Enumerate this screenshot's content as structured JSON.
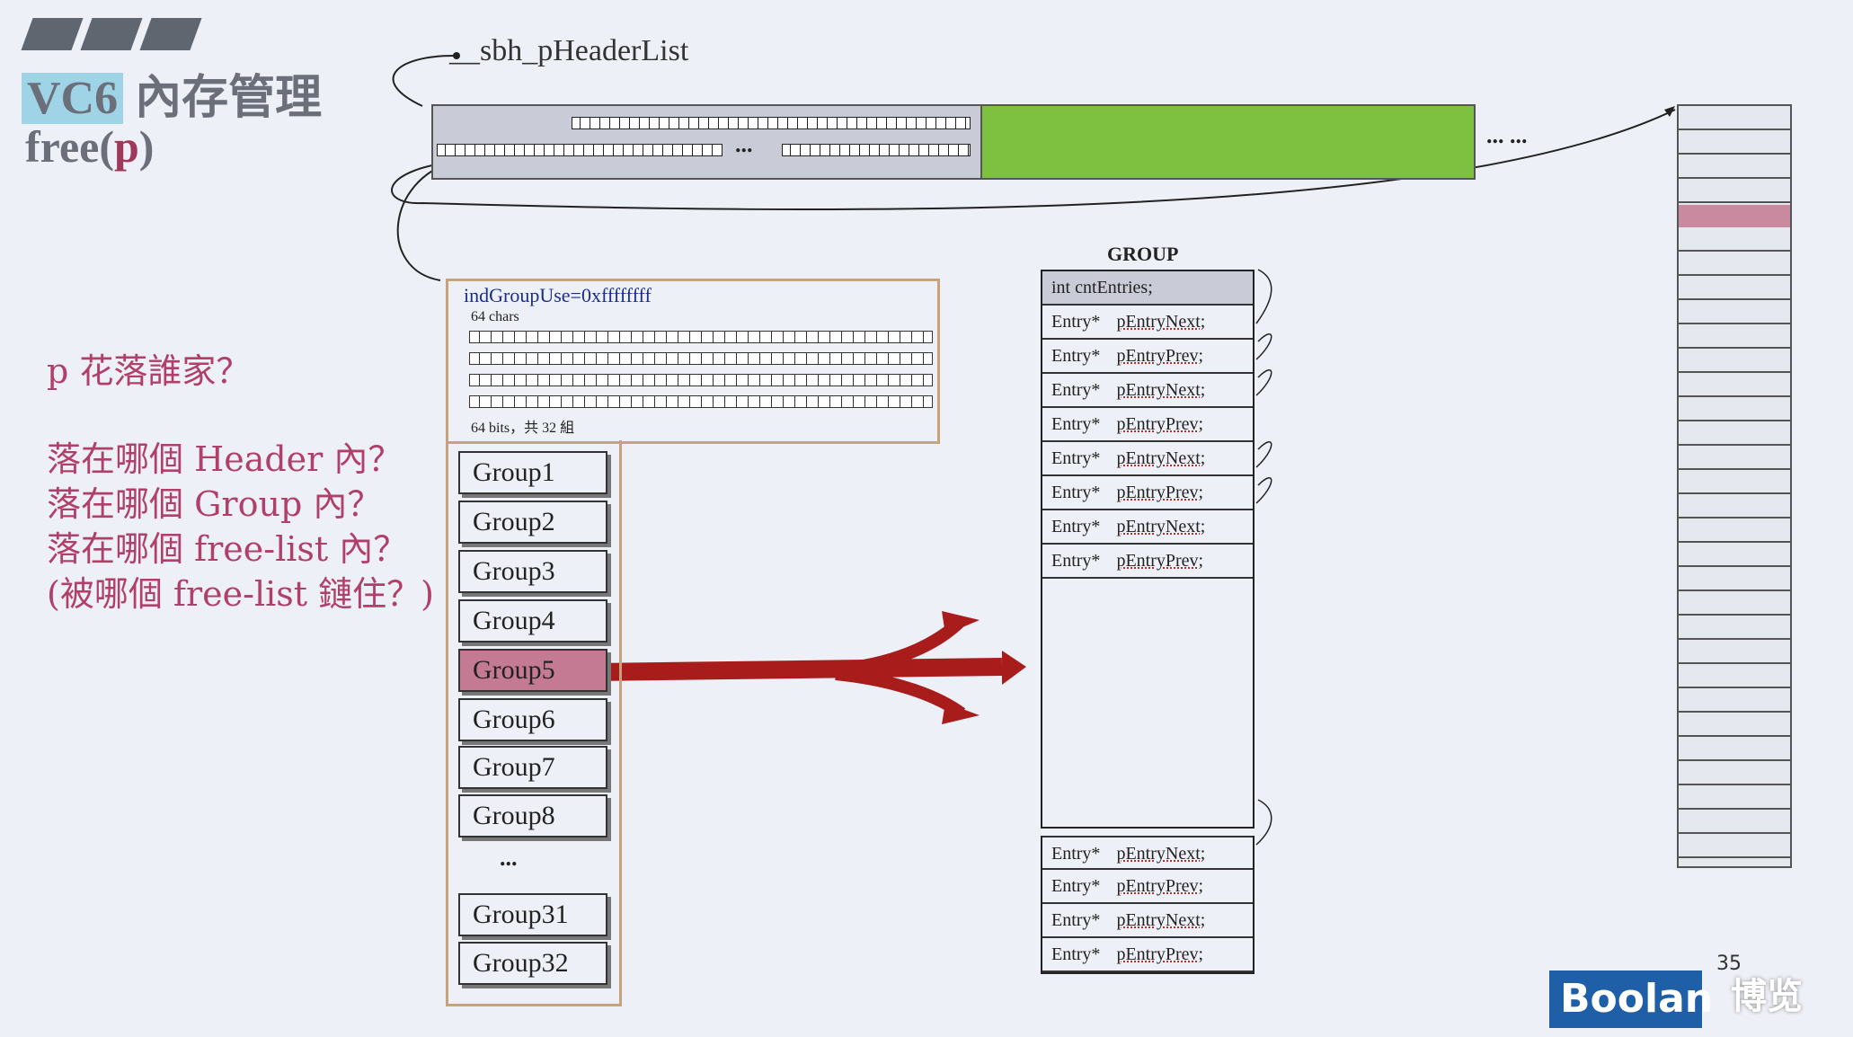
{
  "slide": {
    "title_prefix": "VC6",
    "title_rest": " 內存管理",
    "subtitle_fn": "free(",
    "subtitle_arg": "p",
    "subtitle_close": ")"
  },
  "header_list_label": "__sbh_pHeaderList",
  "header_dots": "... ...",
  "mid_dots": "...",
  "questions": {
    "q0": "p 花落誰家？",
    "q1": "落在哪個 Header 內？",
    "q2": "落在哪個 Group 內？",
    "q3": "落在哪個 free-list 內？",
    "q4": "(被哪個 free-list 鏈住？)"
  },
  "region": {
    "ind_label": "indGroupUse=0xffffffff",
    "chars_label": "64 chars",
    "bits_label": "64 bits，共 32 組"
  },
  "groups": [
    "Group1",
    "Group2",
    "Group3",
    "Group4",
    "Group5",
    "Group6",
    "Group7",
    "Group8"
  ],
  "group_ellipsis": "...",
  "groups_tail": [
    "Group31",
    "Group32"
  ],
  "highlight_group": "Group5",
  "group_table": {
    "title": "GROUP",
    "head": "int  cntEntries;",
    "rows": [
      {
        "type": "Entry*",
        "name": "pEntryNext;"
      },
      {
        "type": "Entry*",
        "name": "pEntryPrev;"
      },
      {
        "type": "Entry*",
        "name": "pEntryNext;"
      },
      {
        "type": "Entry*",
        "name": "pEntryPrev;"
      },
      {
        "type": "Entry*",
        "name": "pEntryNext;"
      },
      {
        "type": "Entry*",
        "name": "pEntryPrev;"
      },
      {
        "type": "Entry*",
        "name": "pEntryNext;"
      },
      {
        "type": "Entry*",
        "name": "pEntryPrev;"
      }
    ],
    "bottom_rows": [
      {
        "type": "Entry*",
        "name": "pEntryNext;"
      },
      {
        "type": "Entry*",
        "name": "pEntryPrev;"
      },
      {
        "type": "Entry*",
        "name": "pEntryNext;"
      },
      {
        "type": "Entry*",
        "name": "pEntryPrev;"
      }
    ]
  },
  "branding": {
    "logo": "Boolan",
    "watermark": "博览",
    "page": "35"
  },
  "colors": {
    "accent_red": "#a81c1c",
    "green_block": "#7ec040",
    "highlight": "#c57a93"
  }
}
